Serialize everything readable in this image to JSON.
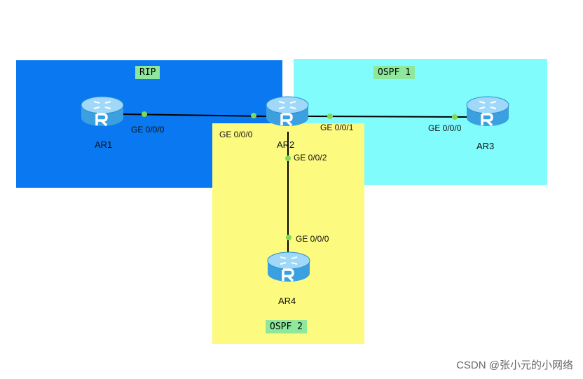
{
  "colors": {
    "rip_area": "#0a78f0",
    "ospf1_area": "#80fcfc",
    "ospf2_area": "#fdfa80",
    "area_label_bg": "#8ee89b",
    "link": "#000000",
    "port_dot": "#7ed957",
    "router_body": "#4fb0e8"
  },
  "areas": {
    "rip": {
      "label": "RIP"
    },
    "ospf1": {
      "label": "OSPF 1"
    },
    "ospf2": {
      "label": "OSPF 2"
    }
  },
  "routers": {
    "ar1": {
      "name": "AR1",
      "icon": "router-icon"
    },
    "ar2": {
      "name": "AR2",
      "icon": "router-icon"
    },
    "ar3": {
      "name": "AR3",
      "icon": "router-icon"
    },
    "ar4": {
      "name": "AR4",
      "icon": "router-icon"
    }
  },
  "ports": {
    "ar1_ge000": "GE 0/0/0",
    "ar2_ge000": "GE 0/0/0",
    "ar2_ge001": "GE 0/0/1",
    "ar3_ge000": "GE 0/0/0",
    "ar2_ge002": "GE 0/0/2",
    "ar4_ge000": "GE 0/0/0"
  },
  "watermark": "CSDN @张小元的小网络"
}
